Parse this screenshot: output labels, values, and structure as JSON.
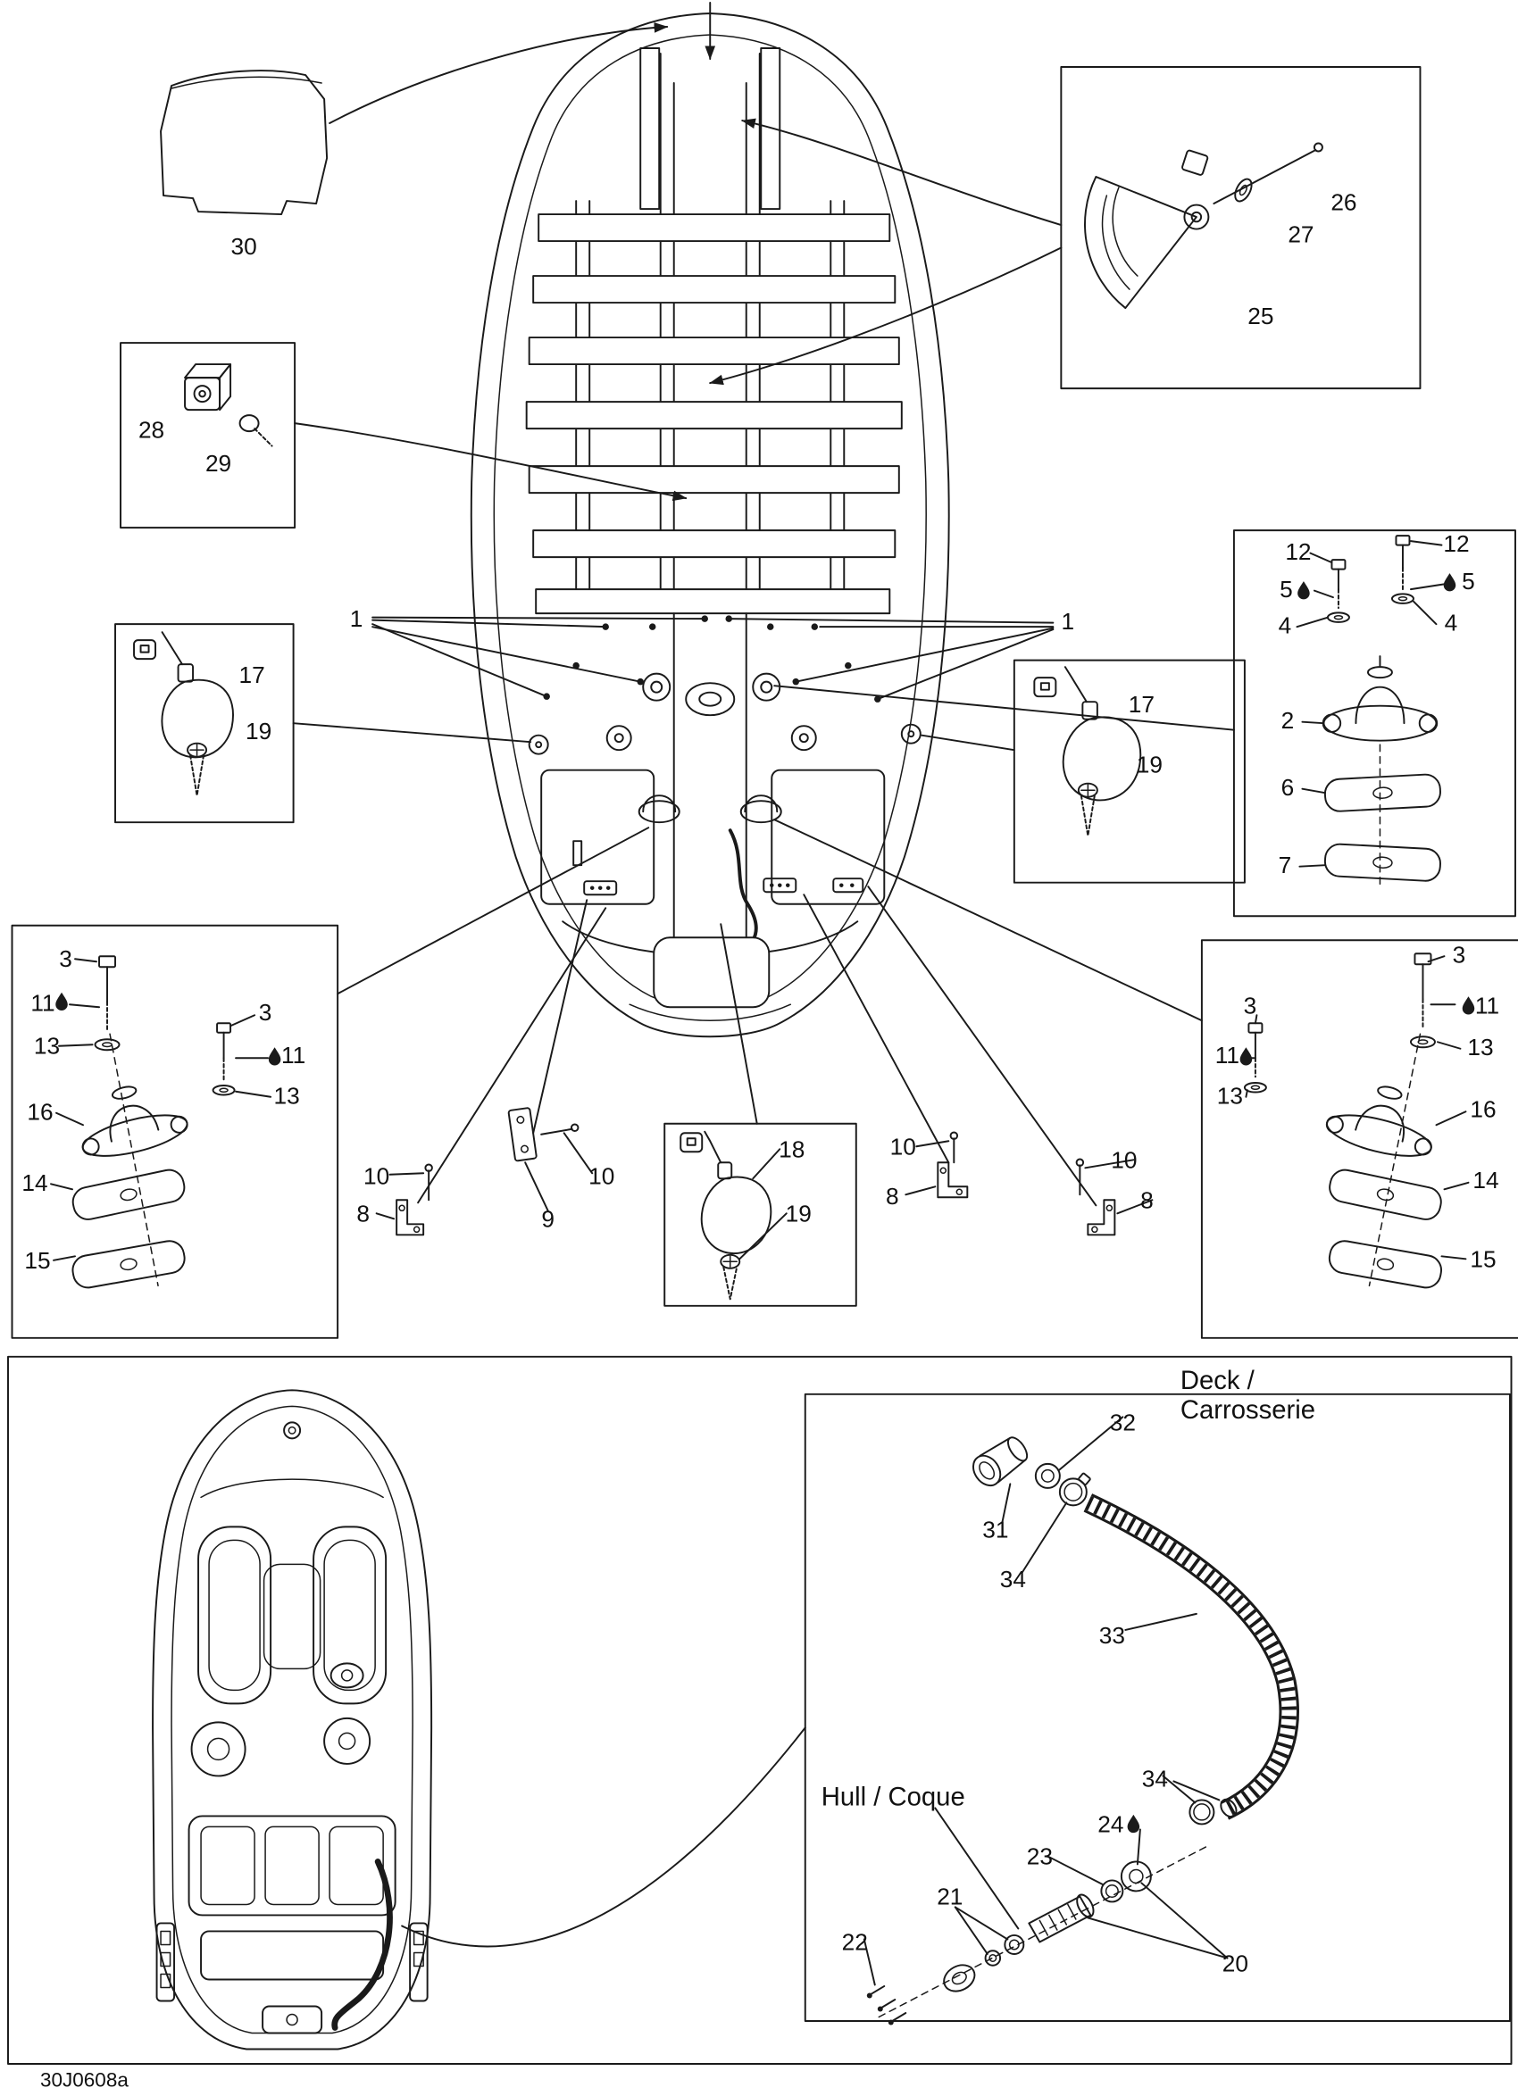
{
  "diagram": {
    "doc_code": "30J0608a",
    "labels": {
      "deck_line1": "Deck /",
      "deck_line2": "Carrosserie",
      "hull": "Hull / Coque"
    },
    "callouts": {
      "1": "1",
      "2": "2",
      "3": "3",
      "4": "4",
      "5": "5",
      "6": "6",
      "7": "7",
      "8": "8",
      "9": "9",
      "10": "10",
      "11": "11",
      "12": "12",
      "13": "13",
      "14": "14",
      "15": "15",
      "16": "16",
      "17": "17",
      "18": "18",
      "19": "19",
      "20": "20",
      "21": "21",
      "22": "22",
      "23": "23",
      "24": "24",
      "25": "25",
      "26": "26",
      "27": "27",
      "28": "28",
      "29": "29",
      "30": "30",
      "31": "31",
      "32": "32",
      "33": "33",
      "34": "34"
    }
  }
}
